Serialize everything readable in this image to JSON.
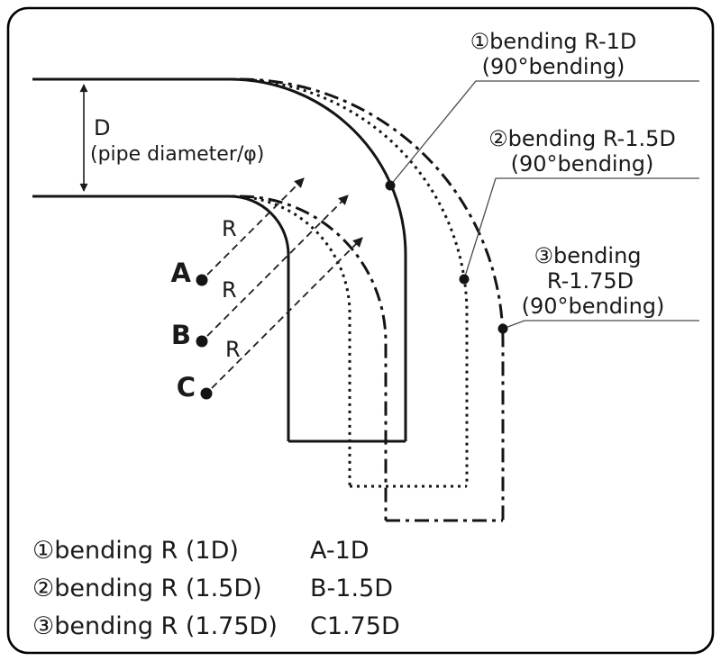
{
  "frame": {
    "background": "#ffffff",
    "line_color": "#1a1a1a"
  },
  "dimension": {
    "letter": "D",
    "description": "(pipe diameter/φ)"
  },
  "radius_label_1": "R",
  "radius_label_2": "R",
  "radius_label_3": "R",
  "points": {
    "a": "A",
    "b": "B",
    "c": "C"
  },
  "callouts": [
    {
      "line1": "①bending R-1D",
      "line2": "(90°bending)"
    },
    {
      "line1": "②bending R-1.5D",
      "line2": "(90°bending)"
    },
    {
      "line1": "③bending",
      "line2": "R-1.75D",
      "line3": "(90°bending)"
    }
  ],
  "legend": [
    {
      "label": "①bending R (1D)",
      "code": "A-1D"
    },
    {
      "label": "②bending R (1.5D)",
      "code": "B-1.5D"
    },
    {
      "label": "③bending R (1.75D)",
      "code": "C1.75D"
    }
  ]
}
